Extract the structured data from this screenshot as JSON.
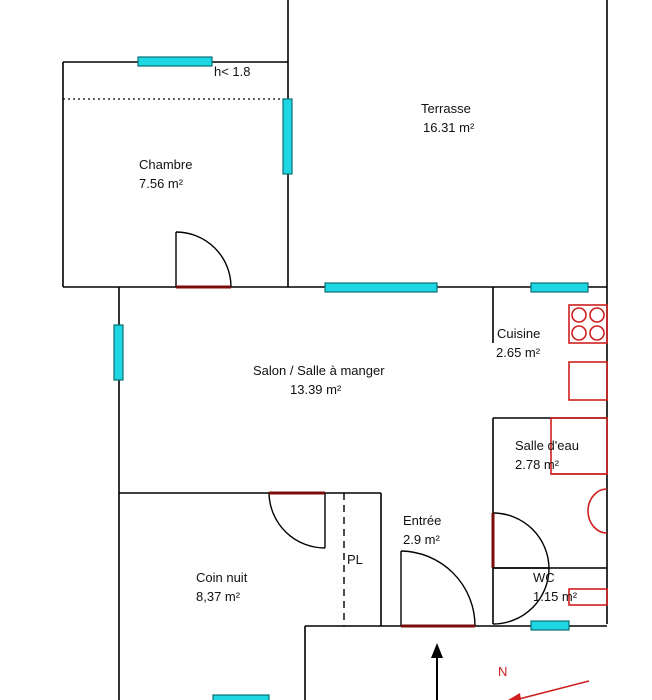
{
  "rooms": {
    "chambre": {
      "name": "Chambre",
      "area": "7.56  m²",
      "height_note": "h< 1.8"
    },
    "terrasse": {
      "name": "Terrasse",
      "area": "16.31  m²"
    },
    "cuisine": {
      "name": "Cuisine",
      "area": "2.65  m²"
    },
    "salon": {
      "name": "Salon / Salle à manger",
      "area": "13.39  m²"
    },
    "salle_eau": {
      "name": "Salle d'eau",
      "area": "2.78  m²"
    },
    "entree": {
      "name": "Entrée",
      "area": "2.9  m²"
    },
    "coin_nuit": {
      "name": "Coin nuit",
      "area": "8,37  m²"
    },
    "wc": {
      "name": "WC",
      "area": "1.15  m²"
    }
  },
  "closet_label": "PL",
  "north_label": "N",
  "colors": {
    "walls": "#000000",
    "windows": "#1ed7e3",
    "doors": "#7a0c0c",
    "fixtures": "#cf1f1f",
    "north_arrow": "#cf1f1f"
  }
}
